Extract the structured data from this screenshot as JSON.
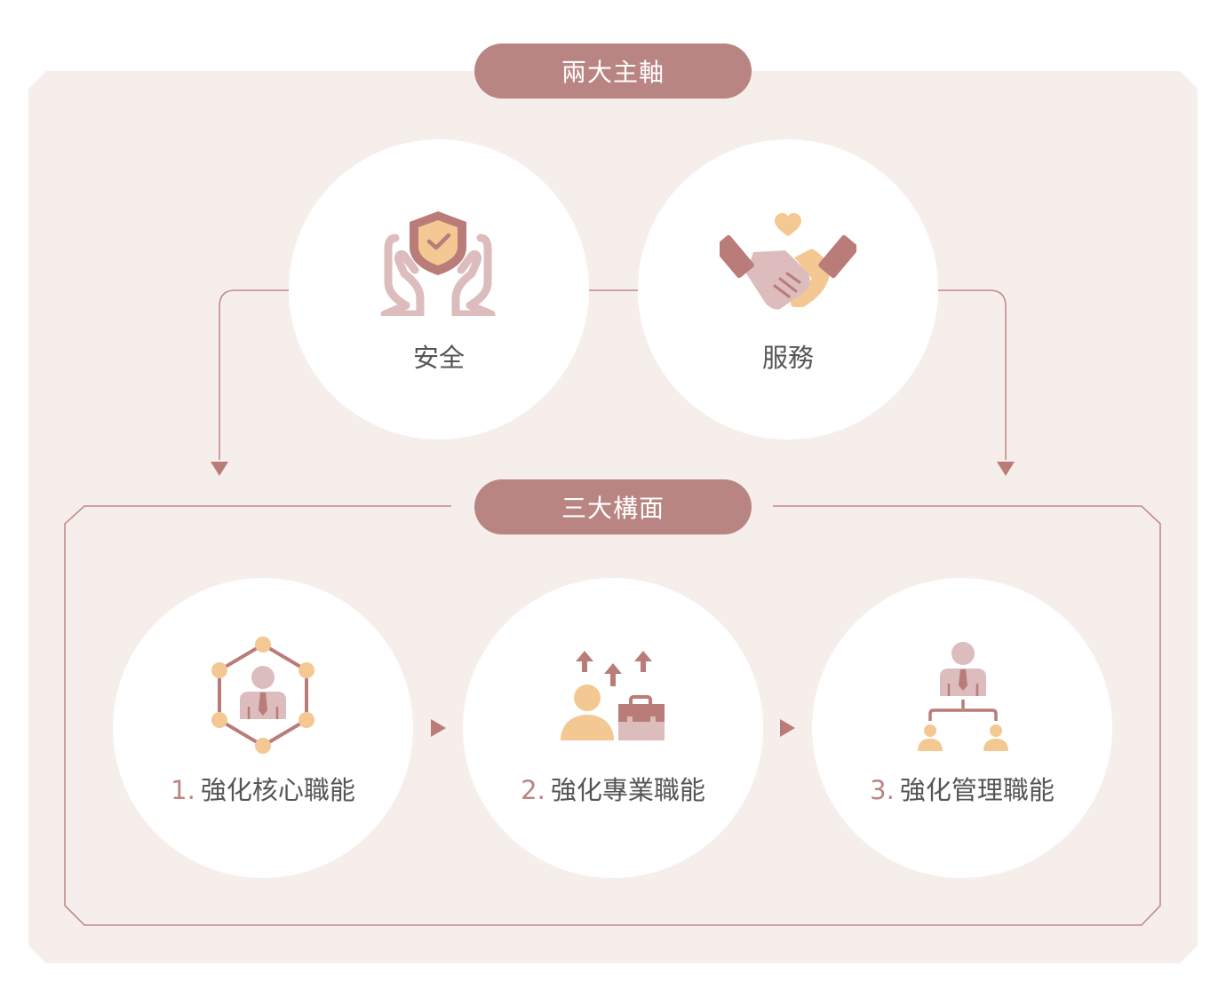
{
  "top_pill": {
    "label": "兩大主軸"
  },
  "axes": [
    {
      "label": "安全",
      "icon": "shield-hands-icon"
    },
    {
      "label": "服務",
      "icon": "handshake-heart-icon"
    }
  ],
  "mid_pill": {
    "label": "三大構面"
  },
  "facets": [
    {
      "number": "1.",
      "label": "強化核心職能",
      "icon": "network-person-icon"
    },
    {
      "number": "2.",
      "label": "強化專業職能",
      "icon": "growth-briefcase-icon"
    },
    {
      "number": "3.",
      "label": "強化管理職能",
      "icon": "org-chart-icon"
    }
  ],
  "colors": {
    "panel": "#f6eeeb",
    "accent": "#b98582",
    "line": "#c48a8a",
    "icon_pink": "#dcbcbc",
    "icon_gold": "#f3c893",
    "icon_brown": "#b97c78"
  }
}
